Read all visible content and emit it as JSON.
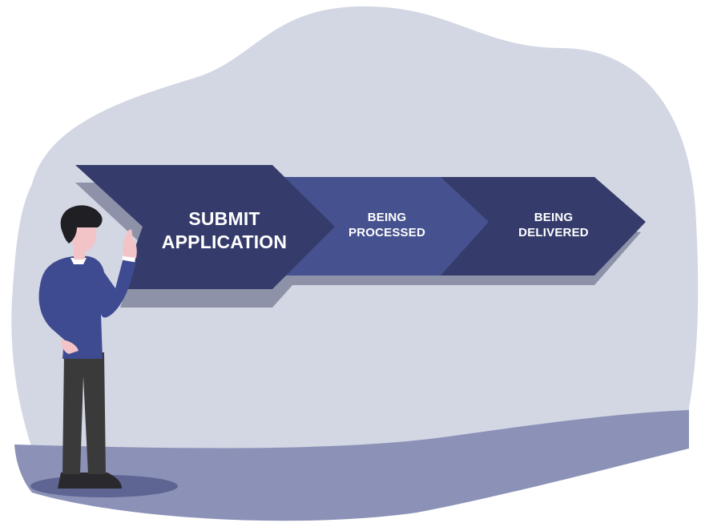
{
  "process": {
    "steps": [
      {
        "label": "SUBMIT\nAPPLICATION"
      },
      {
        "label": "BEING\nPROCESSED"
      },
      {
        "label": "BEING\nDELIVERED"
      }
    ]
  },
  "colors": {
    "background_blob": "#d3d7e4",
    "ground": "#8b91b7",
    "arrow_dark": "#353c6b",
    "arrow_mid": "#46528f",
    "arrow_shadow": "#8e92a8",
    "sweater": "#3e4b91",
    "pants": "#3a3a3a",
    "skin": "#f2c4c7",
    "hair": "#1f1f24"
  },
  "icons": [
    "person-pointing-illustration"
  ]
}
